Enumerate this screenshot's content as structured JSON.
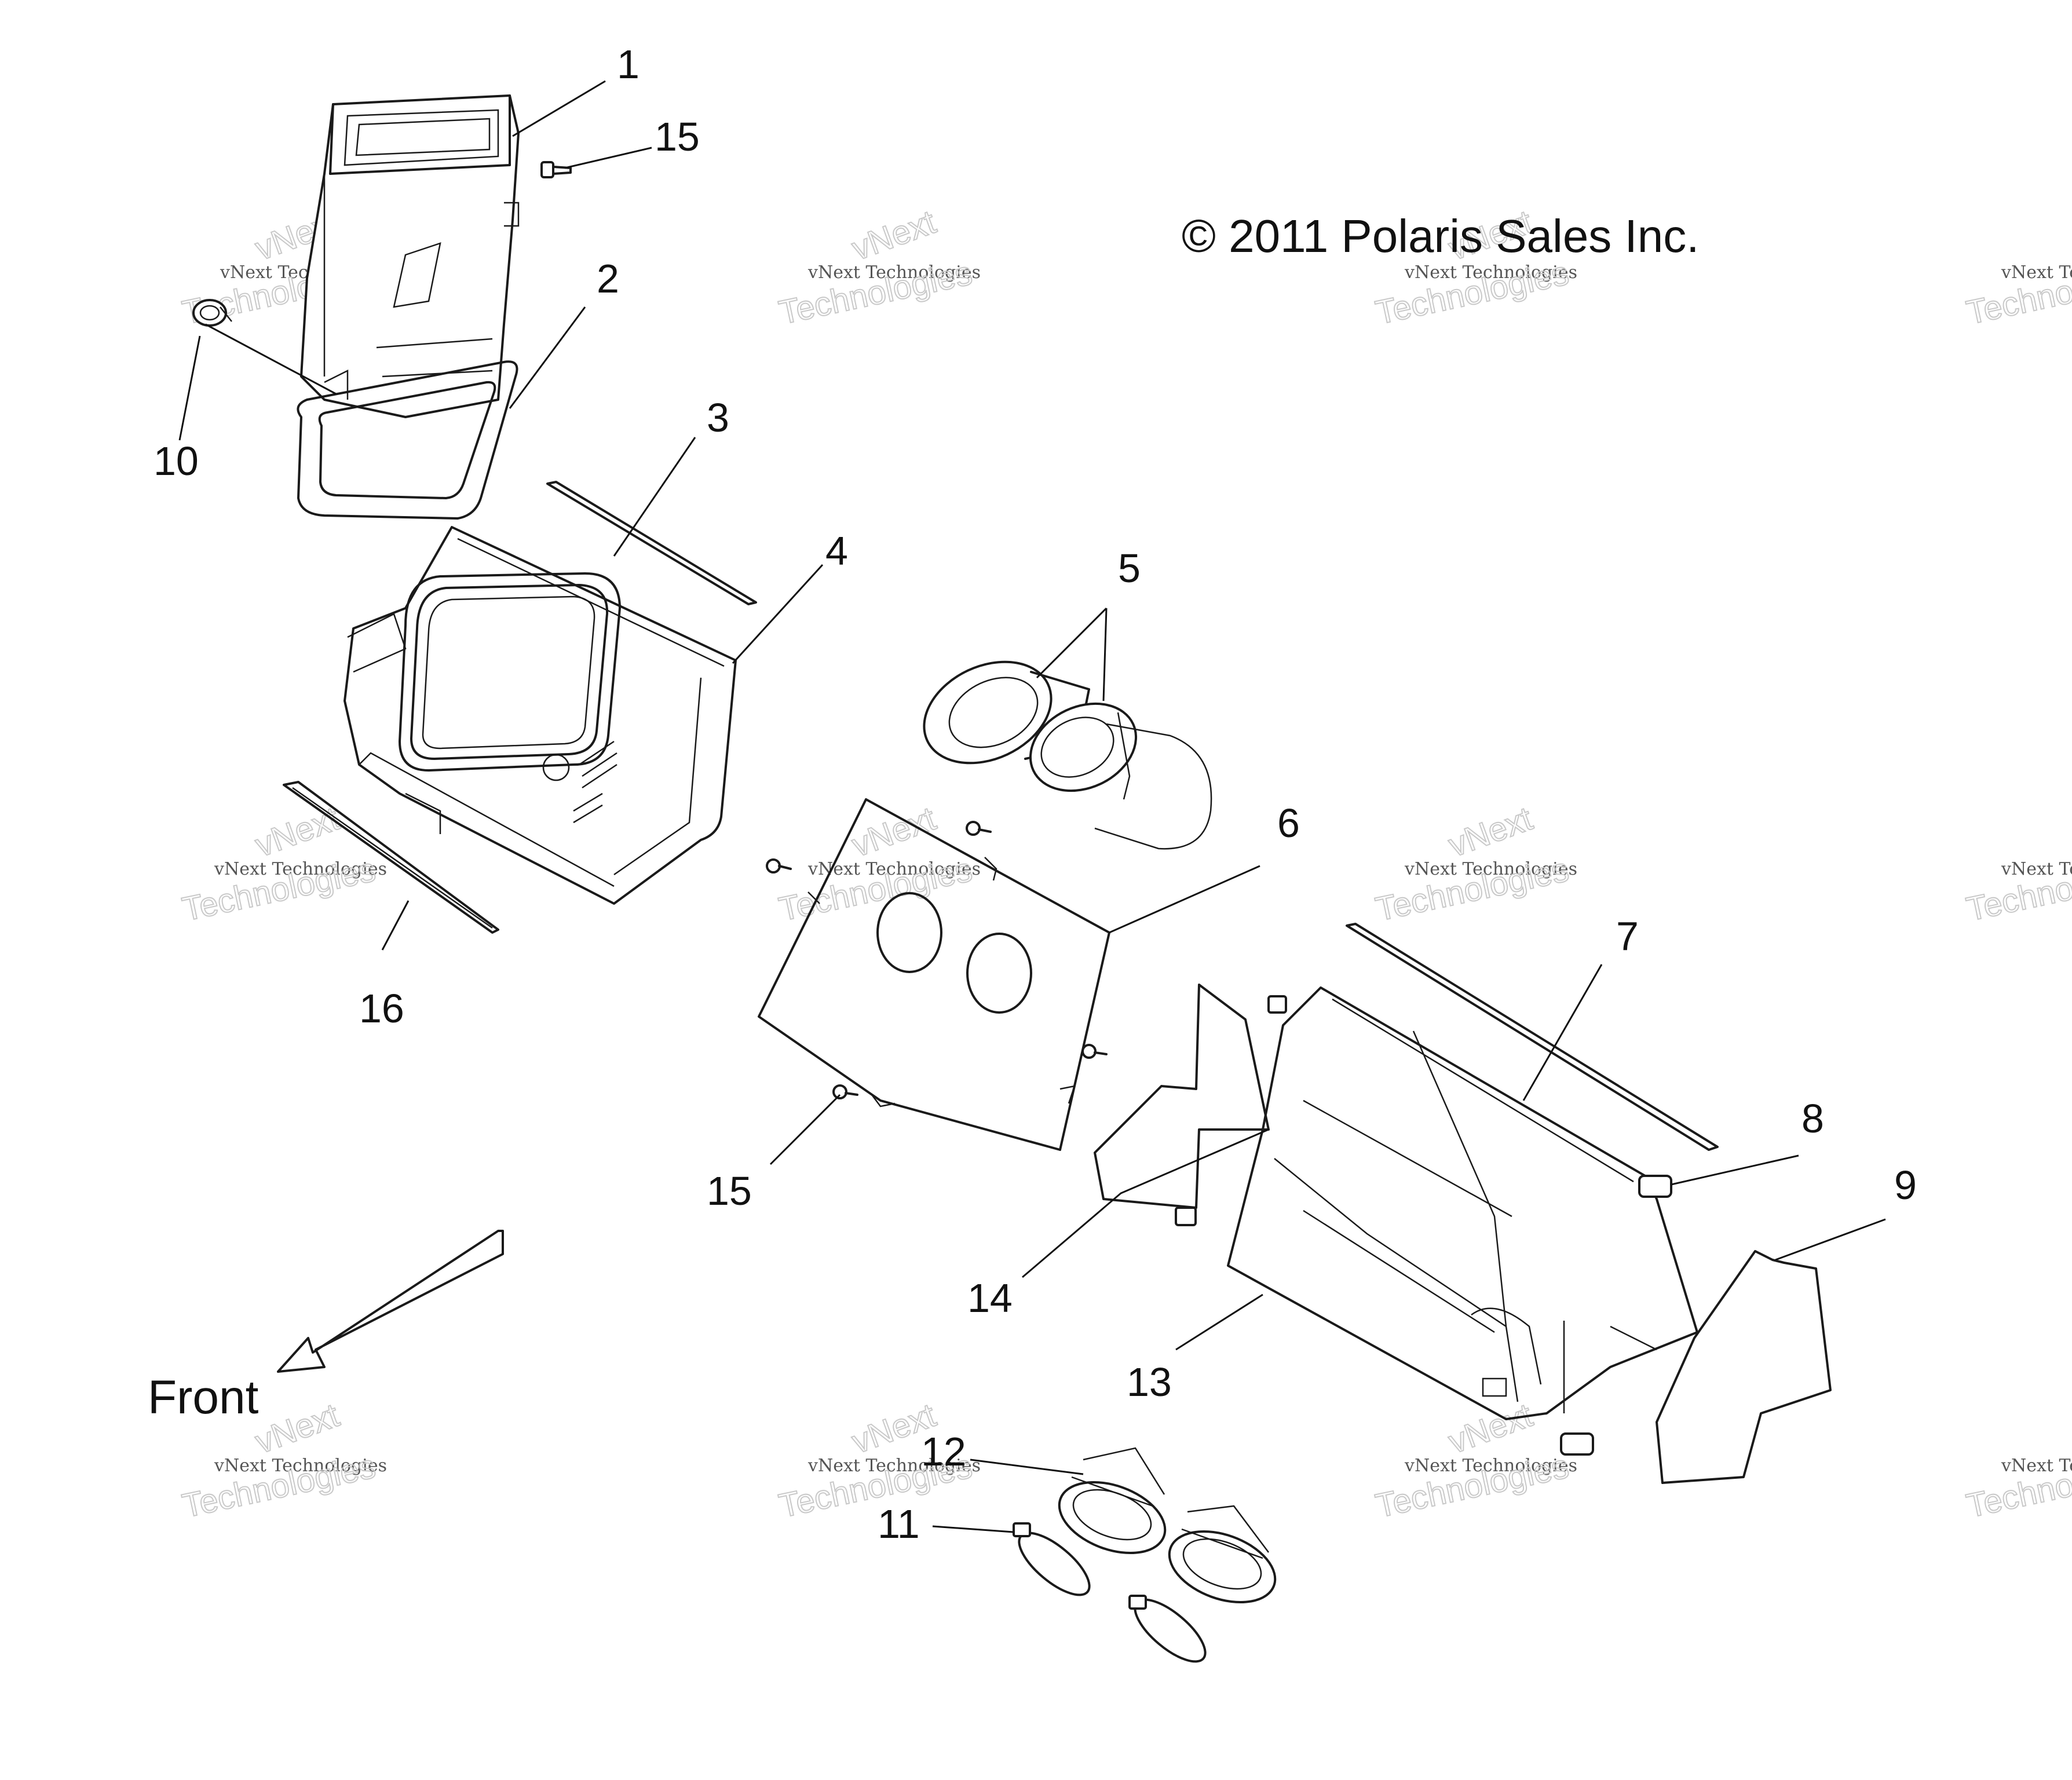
{
  "copyright": "© 2011 Polaris Sales Inc.",
  "front_label": "Front",
  "watermark": {
    "line_small": "vNext Technologies",
    "line_big_1": "vNext",
    "line_big_2": "Technologies"
  },
  "callouts": [
    {
      "id": "1",
      "label": "1"
    },
    {
      "id": "15a",
      "label": "15"
    },
    {
      "id": "2",
      "label": "2"
    },
    {
      "id": "10",
      "label": "10"
    },
    {
      "id": "3",
      "label": "3"
    },
    {
      "id": "4",
      "label": "4"
    },
    {
      "id": "5",
      "label": "5"
    },
    {
      "id": "6",
      "label": "6"
    },
    {
      "id": "16",
      "label": "16"
    },
    {
      "id": "7",
      "label": "7"
    },
    {
      "id": "8",
      "label": "8"
    },
    {
      "id": "9",
      "label": "9"
    },
    {
      "id": "15b",
      "label": "15"
    },
    {
      "id": "14",
      "label": "14"
    },
    {
      "id": "13",
      "label": "13"
    },
    {
      "id": "12",
      "label": "12"
    },
    {
      "id": "11",
      "label": "11"
    }
  ]
}
